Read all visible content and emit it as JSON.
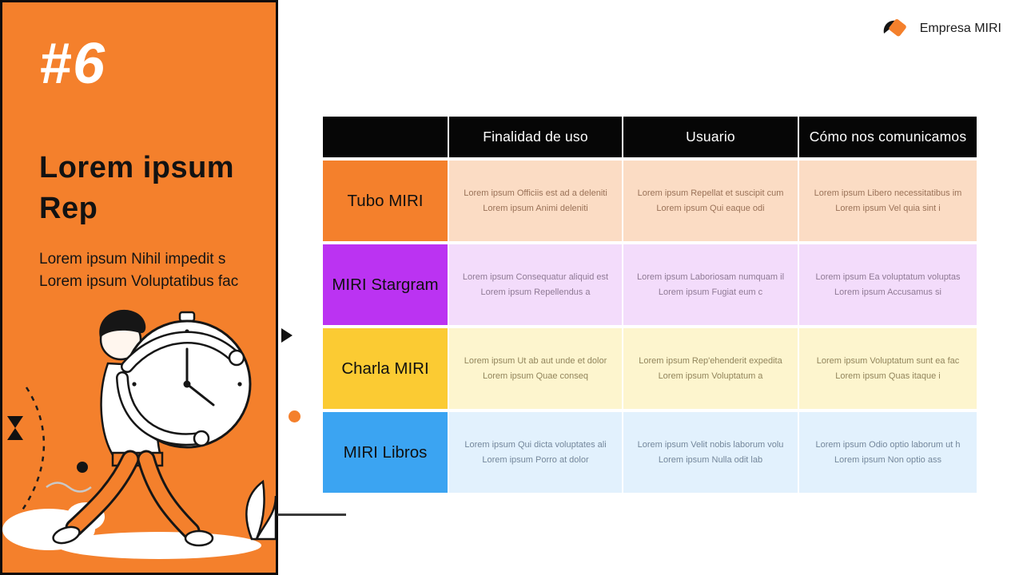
{
  "page": {
    "number_label": "#6",
    "title": "Lorem ipsum Rep",
    "subtitle_line1": "Lorem ipsum Nihil impedit s",
    "subtitle_line2": "Lorem ipsum Voluptatibus fac"
  },
  "brand": {
    "name": "Empresa MIRI"
  },
  "colors": {
    "sidebar_bg": "#F4802C",
    "accent_orange": "#F4802C",
    "header_bg": "#060606",
    "border_black": "#0d0d0d"
  },
  "table": {
    "headers": [
      "",
      "Finalidad de uso",
      "Usuario",
      "Cómo nos comunicamos"
    ],
    "rows": [
      {
        "label": "Tubo MIRI",
        "label_bg": "#F4802C",
        "cell_bg": "#FBDCC4",
        "text_color": "#9A7258",
        "cells": [
          {
            "line1": "Lorem ipsum Officiis est ad a deleniti",
            "line2": "Lorem ipsum Animi deleniti"
          },
          {
            "line1": "Lorem ipsum Repellat et suscipit cum",
            "line2": "Lorem ipsum Qui eaque odi"
          },
          {
            "line1": "Lorem ipsum Libero necessitatibus im",
            "line2": "Lorem ipsum Vel quia sint i"
          }
        ]
      },
      {
        "label": "MIRI Stargram",
        "label_bg": "#BB33F2",
        "cell_bg": "#F3DCFB",
        "text_color": "#8F7A95",
        "cells": [
          {
            "line1": "Lorem ipsum Consequatur aliquid est",
            "line2": "Lorem ipsum Repellendus a"
          },
          {
            "line1": "Lorem ipsum Laboriosam numquam il",
            "line2": "Lorem ipsum Fugiat eum c"
          },
          {
            "line1": "Lorem ipsum Ea voluptatum voluptas",
            "line2": "Lorem ipsum Accusamus si"
          }
        ]
      },
      {
        "label": "Charla MIRI",
        "label_bg": "#FBCB33",
        "cell_bg": "#FDF5CE",
        "text_color": "#92855C",
        "cells": [
          {
            "line1": "Lorem ipsum Ut ab aut unde et dolor",
            "line2": "Lorem ipsum Quae conseq"
          },
          {
            "line1": "Lorem ipsum Rep'ehenderit expedita",
            "line2": "Lorem ipsum Voluptatum a"
          },
          {
            "line1": "Lorem ipsum Voluptatum sunt ea fac",
            "line2": "Lorem ipsum Quas itaque i"
          }
        ]
      },
      {
        "label": "MIRI Libros",
        "label_bg": "#3BA4F2",
        "cell_bg": "#E2F1FD",
        "text_color": "#74879B",
        "cells": [
          {
            "line1": "Lorem ipsum Qui dicta voluptates ali",
            "line2": "Lorem ipsum Porro at dolor"
          },
          {
            "line1": "Lorem ipsum Velit nobis laborum volu",
            "line2": "Lorem ipsum Nulla odit lab"
          },
          {
            "line1": "Lorem ipsum Odio optio laborum ut h",
            "line2": "Lorem ipsum Non optio ass"
          }
        ]
      }
    ]
  }
}
